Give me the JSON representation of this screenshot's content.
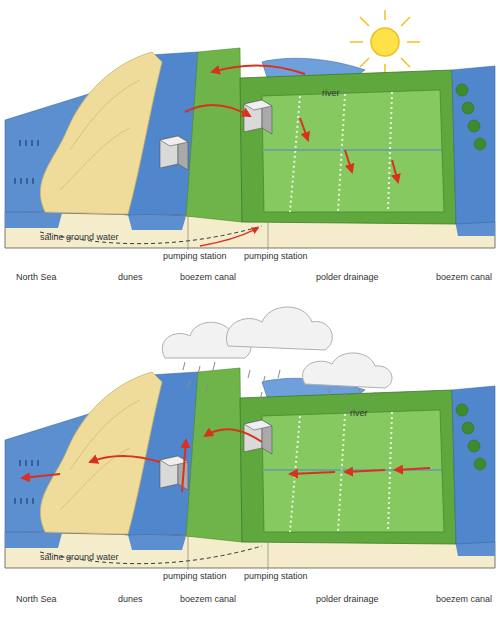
{
  "diagram": {
    "labels": [
      "river",
      "saline ground water",
      "pumping station",
      "pumping station",
      "North Sea",
      "dunes",
      "boezem canal",
      "polder drainage",
      "boezem canal",
      "river",
      "saline ground water",
      "pumping station",
      "pumping station",
      "North Sea",
      "dunes",
      "boezem canal",
      "polder drainage",
      "boezem canal"
    ]
  }
}
